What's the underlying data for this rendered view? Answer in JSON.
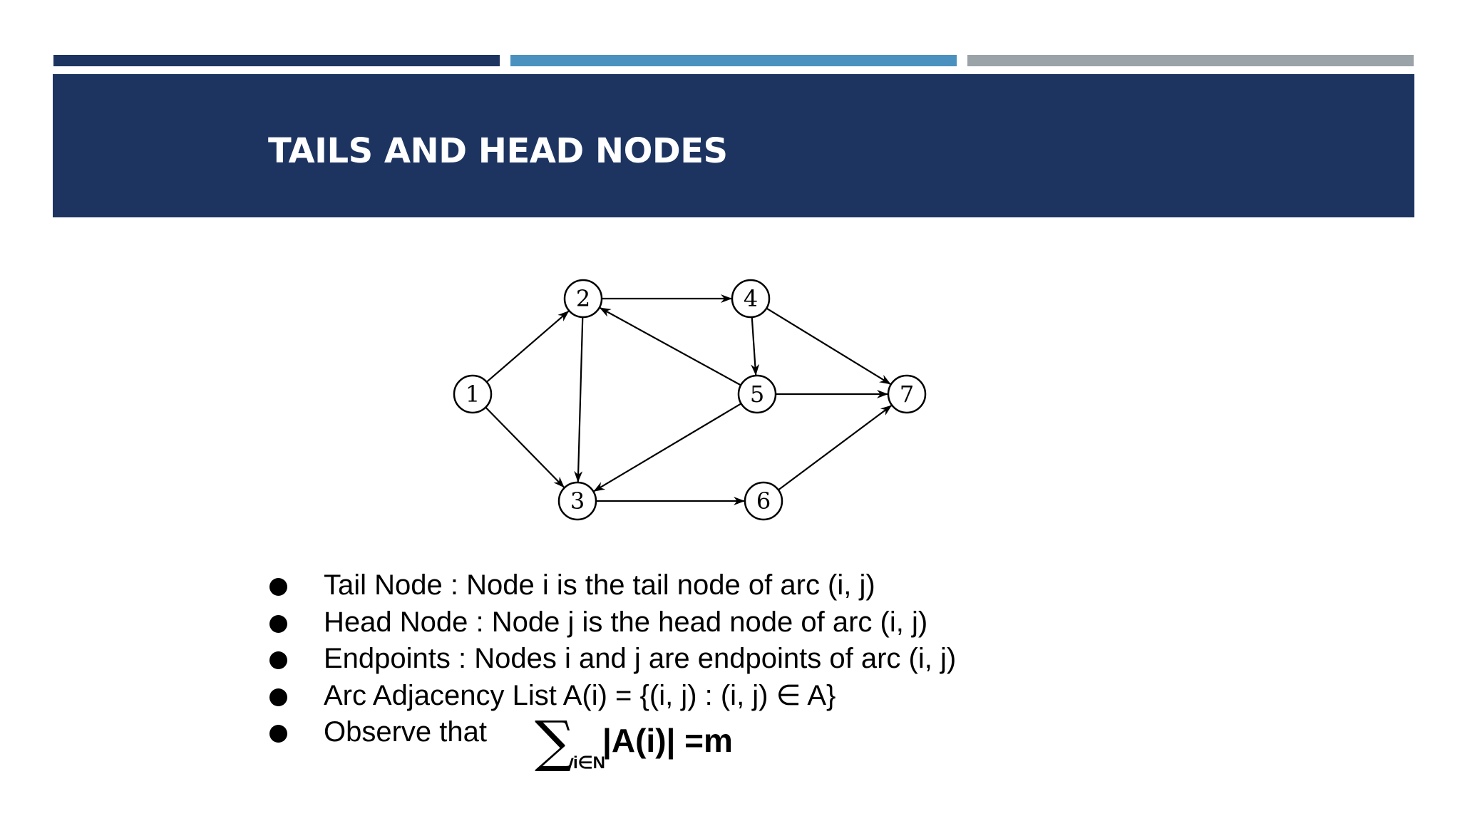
{
  "slide": {
    "title": "TAILS AND HEAD NODES",
    "colors": {
      "bar_1": "#1d3461",
      "bar_2": "#4a91bf",
      "bar_3": "#9aa3a8",
      "title_band": "#1d3461"
    }
  },
  "graph": {
    "nodes": [
      {
        "id": "1",
        "label": "1"
      },
      {
        "id": "2",
        "label": "2"
      },
      {
        "id": "3",
        "label": "3"
      },
      {
        "id": "4",
        "label": "4"
      },
      {
        "id": "5",
        "label": "5"
      },
      {
        "id": "6",
        "label": "6"
      },
      {
        "id": "7",
        "label": "7"
      }
    ],
    "arcs": [
      {
        "from": "1",
        "to": "2"
      },
      {
        "from": "1",
        "to": "3"
      },
      {
        "from": "2",
        "to": "4"
      },
      {
        "from": "2",
        "to": "3"
      },
      {
        "from": "4",
        "to": "5"
      },
      {
        "from": "4",
        "to": "7"
      },
      {
        "from": "5",
        "to": "2"
      },
      {
        "from": "5",
        "to": "3"
      },
      {
        "from": "5",
        "to": "7"
      },
      {
        "from": "3",
        "to": "6"
      },
      {
        "from": "6",
        "to": "7"
      }
    ]
  },
  "bullets": [
    "Tail Node : Node i is the tail node of arc (i, j)",
    "Head Node : Node j is the head node of arc (i, j)",
    "Endpoints : Nodes i and j are endpoints of arc (i, j)",
    "Arc Adjacency List A(i) = {(i, j) : (i, j) ∈ A}",
    "Observe that"
  ],
  "formula": {
    "sigma": "∑",
    "subscript": "i∈N",
    "body": "|A(i)| =m"
  }
}
